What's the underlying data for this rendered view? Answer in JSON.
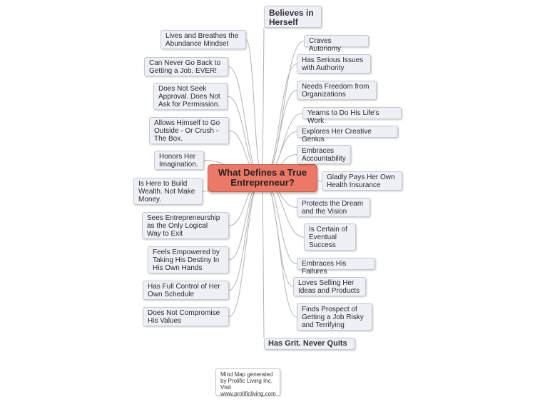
{
  "central": {
    "text": "What Defines a True\nEntrepreneur?"
  },
  "left_nodes": [
    "Lives and Breathes the\nAbundance Mindset",
    "Can Never Go Back to\nGetting a Job. EVER!",
    "Does Not Seek\nApproval. Does Not\nAsk for Permission.",
    "Allows Himself to Go\nOutside - Or Crush -\nThe Box.",
    "Honors Her\nImagination.",
    "Is Here to Build\nWealth. Not Make\nMoney.",
    "Sees Entrepreneurship\nas the Only Logical\nWay to Exit",
    "Feels Empowered by\nTaking His Destiny In\nHis Own Hands",
    "Has Full Control of Her\nOwn Schedule",
    "Does Not Compromise\nHis Values"
  ],
  "right_nodes": [
    "Believes in\nHerself",
    "Craves Autonomy",
    "Has Serious Issues\nwith Authority",
    "Needs Freedom from\nOrganizations",
    "Yearns to Do His Life's Work",
    "Explores Her Creative Genius",
    "Embraces\nAccountability",
    "Gladly Pays Her Own\nHealth Insurance",
    "Protects the Dream\nand the Vision",
    "Is Certain of\nEventual\nSuccess",
    "Embraces His Failures",
    "Loves Selling Her\nIdeas and Products",
    "Finds Prospect of\nGetting a Job Risky\nand Terrifying",
    "Has Grit. Never Quits"
  ],
  "footer": {
    "text": "Mind Map generated\nby Prolific Living Inc.\nVisit\nwww.prolificliving.com"
  },
  "colors": {
    "central_fill": "#ec7866",
    "node_fill": "#eef0f6",
    "node_border": "#c6c8d2",
    "link": "#b4b4b4"
  }
}
